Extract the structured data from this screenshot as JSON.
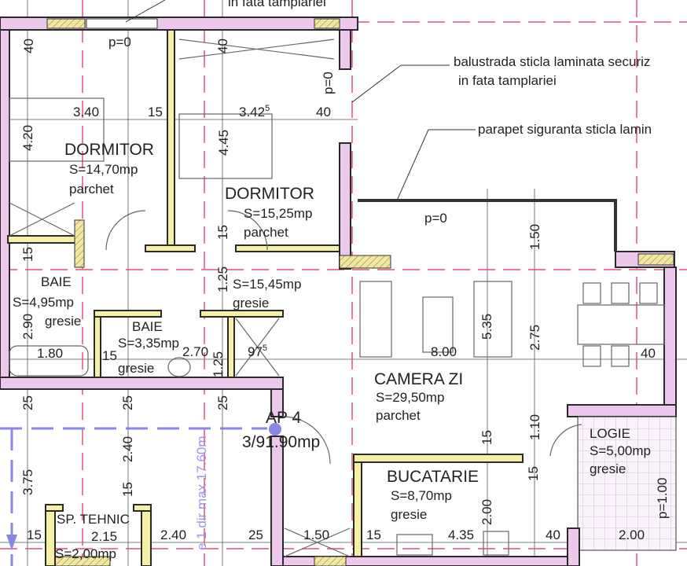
{
  "plan": {
    "colors": {
      "wall": "#ecc8ec",
      "partition": "#f6f0a6",
      "axis_lines": "#e0507a",
      "limit_lines": "#8a86e6"
    },
    "notes": {
      "top_cut": "in fata tamplariei",
      "balustrada_1": "balustrada sticla laminata securiz",
      "balustrada_2": "in fata tamplariei",
      "parapet": "parapet siguranta sticla lamin",
      "limit": "e 1 dir max 17.60m"
    },
    "rooms": {
      "dormitor1": {
        "name": "DORMITOR",
        "area": "S=14,70mp",
        "floor": "parchet"
      },
      "dormitor2": {
        "name": "DORMITOR",
        "area": "S=15,25mp",
        "floor": "parchet"
      },
      "baie1": {
        "name": "BAIE",
        "area": "S=4,95mp",
        "floor": "gresie"
      },
      "hol": {
        "area": "S=15,45mp",
        "floor": "gresie"
      },
      "baie2": {
        "name": "BAIE",
        "area": "S=3,35mp",
        "floor": "gresie"
      },
      "camera_zi": {
        "name": "CAMERA ZI",
        "area": "S=29,50mp",
        "floor": "parchet"
      },
      "logie": {
        "name": "LOGIE",
        "area": "S=5,00mp",
        "floor": "gresie"
      },
      "bucatarie": {
        "name": "BUCATARIE",
        "area": "S=8,70mp",
        "floor": "gresie"
      },
      "sp_tehnic": {
        "name": "SP. TEHNIC",
        "area": "S=2,00mp"
      },
      "apartment": {
        "name": "AP 4",
        "area": "3/91.90mp"
      }
    },
    "levels": {
      "p1": "p=0",
      "p2": "p=0",
      "p3": "p=0",
      "p4": "p=1.00"
    },
    "dimensions": {
      "d40a": "40",
      "d40b": "40",
      "d340": "3.40",
      "d15a": "15",
      "d3425": "3.42",
      "d3425sup": "5",
      "d40c": "40",
      "d420": "4.20",
      "d445": "4.45",
      "d150a": "1.50",
      "d15b": "15",
      "d15c": "15",
      "d290": "2.90",
      "d125a": "1.25",
      "d180": "1.80",
      "d15d": "15",
      "d270": "2.70",
      "d125b": "1.25",
      "d975": "97",
      "d975sup": "5",
      "d535": "5.35",
      "d275": "2.75",
      "d800": "8.00",
      "d40d": "40",
      "d25a": "25",
      "d25b": "25",
      "d25c": "25",
      "d110": "1.10",
      "d15e": "15",
      "d240a": "2.40",
      "d375": "3.75",
      "d15f": "15",
      "d15g": "15",
      "d200a": "2.00",
      "d15h": "15",
      "d215": "2.15",
      "d240b": "2.40",
      "d25d": "25",
      "d150b": "1.50",
      "d15i": "15",
      "d435": "4.35",
      "d40e": "40",
      "d200b": "2.00"
    }
  }
}
